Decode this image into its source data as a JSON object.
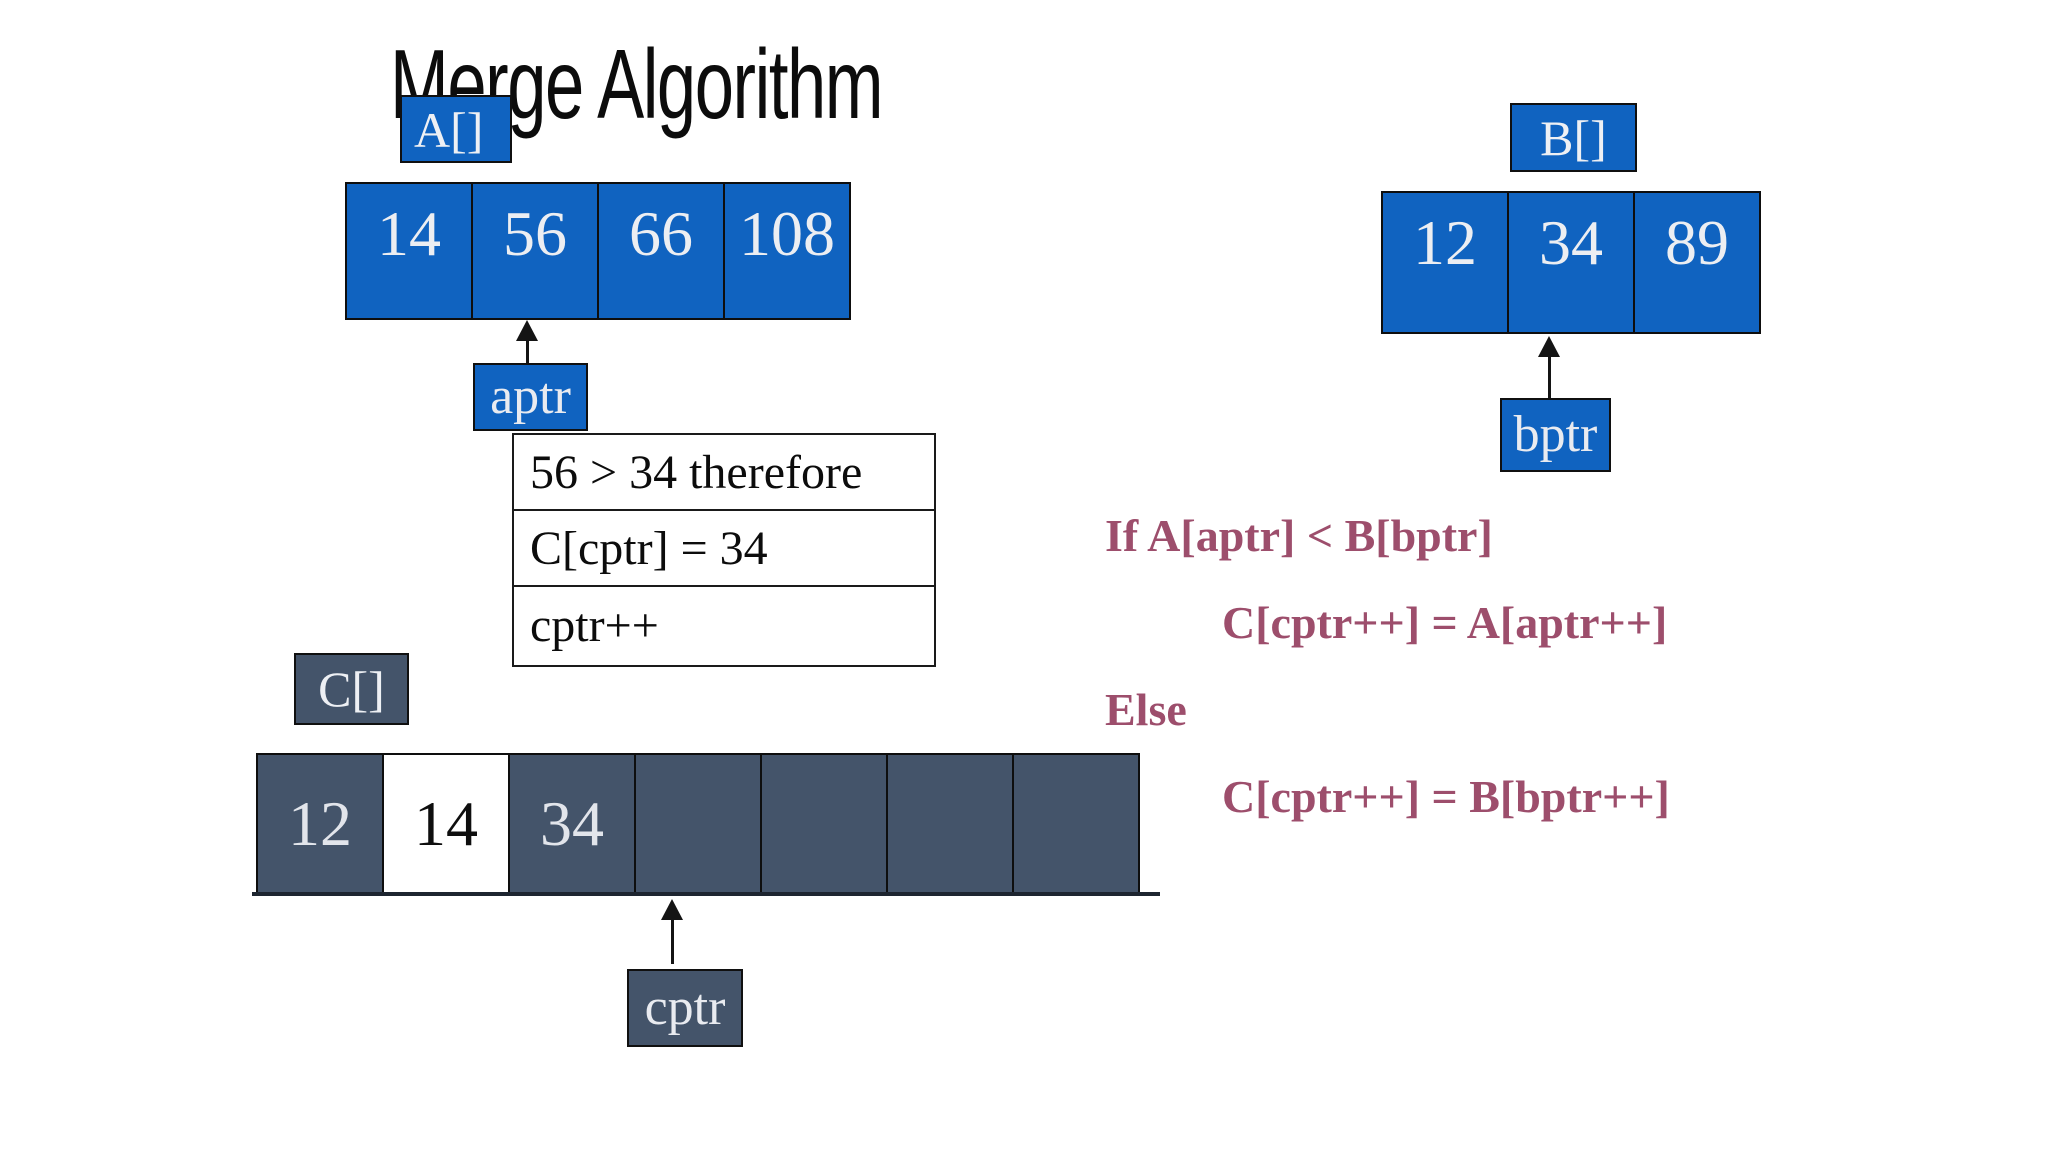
{
  "colors": {
    "blue": "#1063C0",
    "slate": "#44546A",
    "maroon": "#9D4E6C"
  },
  "title": "Merge Algorithm",
  "array_a": {
    "label": "A[]",
    "values": [
      "14",
      "56",
      "66",
      "108"
    ],
    "pointer": "aptr"
  },
  "array_b": {
    "label": "B[]",
    "values": [
      "12",
      "34",
      "89"
    ],
    "pointer": "bptr"
  },
  "array_c": {
    "label": "C[]",
    "values": [
      "12",
      "14",
      "34",
      "",
      "",
      "",
      ""
    ],
    "highlight_index": 1,
    "pointer": "cptr"
  },
  "note_box": {
    "lines": [
      "56 > 34 therefore",
      "C[cptr] = 34",
      "cptr++"
    ]
  },
  "pseudocode": {
    "lines": [
      "If A[aptr] < B[bptr]",
      "C[cptr++] = A[aptr++]",
      "Else",
      "C[cptr++] = B[bptr++]"
    ]
  }
}
